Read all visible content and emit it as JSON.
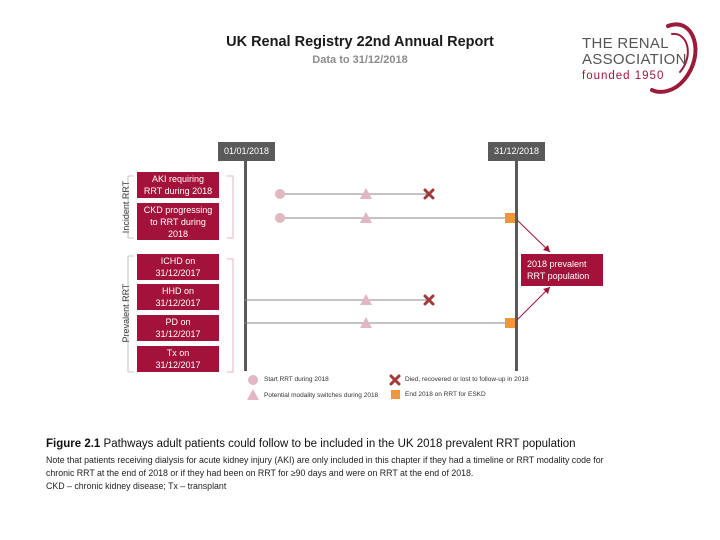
{
  "header": {
    "title": "UK Renal Registry 22nd Annual Report",
    "subtitle": "Data to 31/12/2018"
  },
  "logo": {
    "line1": "THE RENAL",
    "line2": "ASSOCIATION",
    "line3": "founded 1950",
    "color": "#9b1b3a"
  },
  "diagram": {
    "start_date": "01/01/2018",
    "end_date": "31/12/2018",
    "incident_label": "Incident RRT",
    "prevalent_label": "Prevalent RRT",
    "groups": [
      "AKI requiring\nRRT during 2018",
      "CKD progressing\nto RRT during\n2018",
      "ICHD on\n31/12/2017",
      "HHD on\n31/12/2017",
      "PD on\n31/12/2017",
      "Tx on\n31/12/2017"
    ],
    "outcome": "2018 prevalent\nRRT population",
    "colors": {
      "box": "#a3123a",
      "circle": "#e2b7c1",
      "triangle": "#e2b7c1",
      "cross": "#a33a3a",
      "square": "#f0963c",
      "date_box": "#5a5a5a"
    }
  },
  "legend": {
    "start": "Start RRT during 2018",
    "switch": "Potential modality switches during 2018",
    "died": "Died, recovered or lost to follow-up in 2018",
    "end": "End 2018 on RRT for ESKD"
  },
  "caption": {
    "label": "Figure 2.1",
    "text": " Pathways adult patients could follow to be included in the UK 2018 prevalent RRT population",
    "note1": "Note that patients receiving dialysis for acute kidney injury (AKI) are only included in this chapter if they had a timeline or RRT modality code for",
    "note2": "chronic RRT at the end of 2018 or if they had been on RRT for ≥90 days and were on RRT at the end of 2018.",
    "note3": "CKD – chronic kidney disease; Tx – transplant"
  }
}
